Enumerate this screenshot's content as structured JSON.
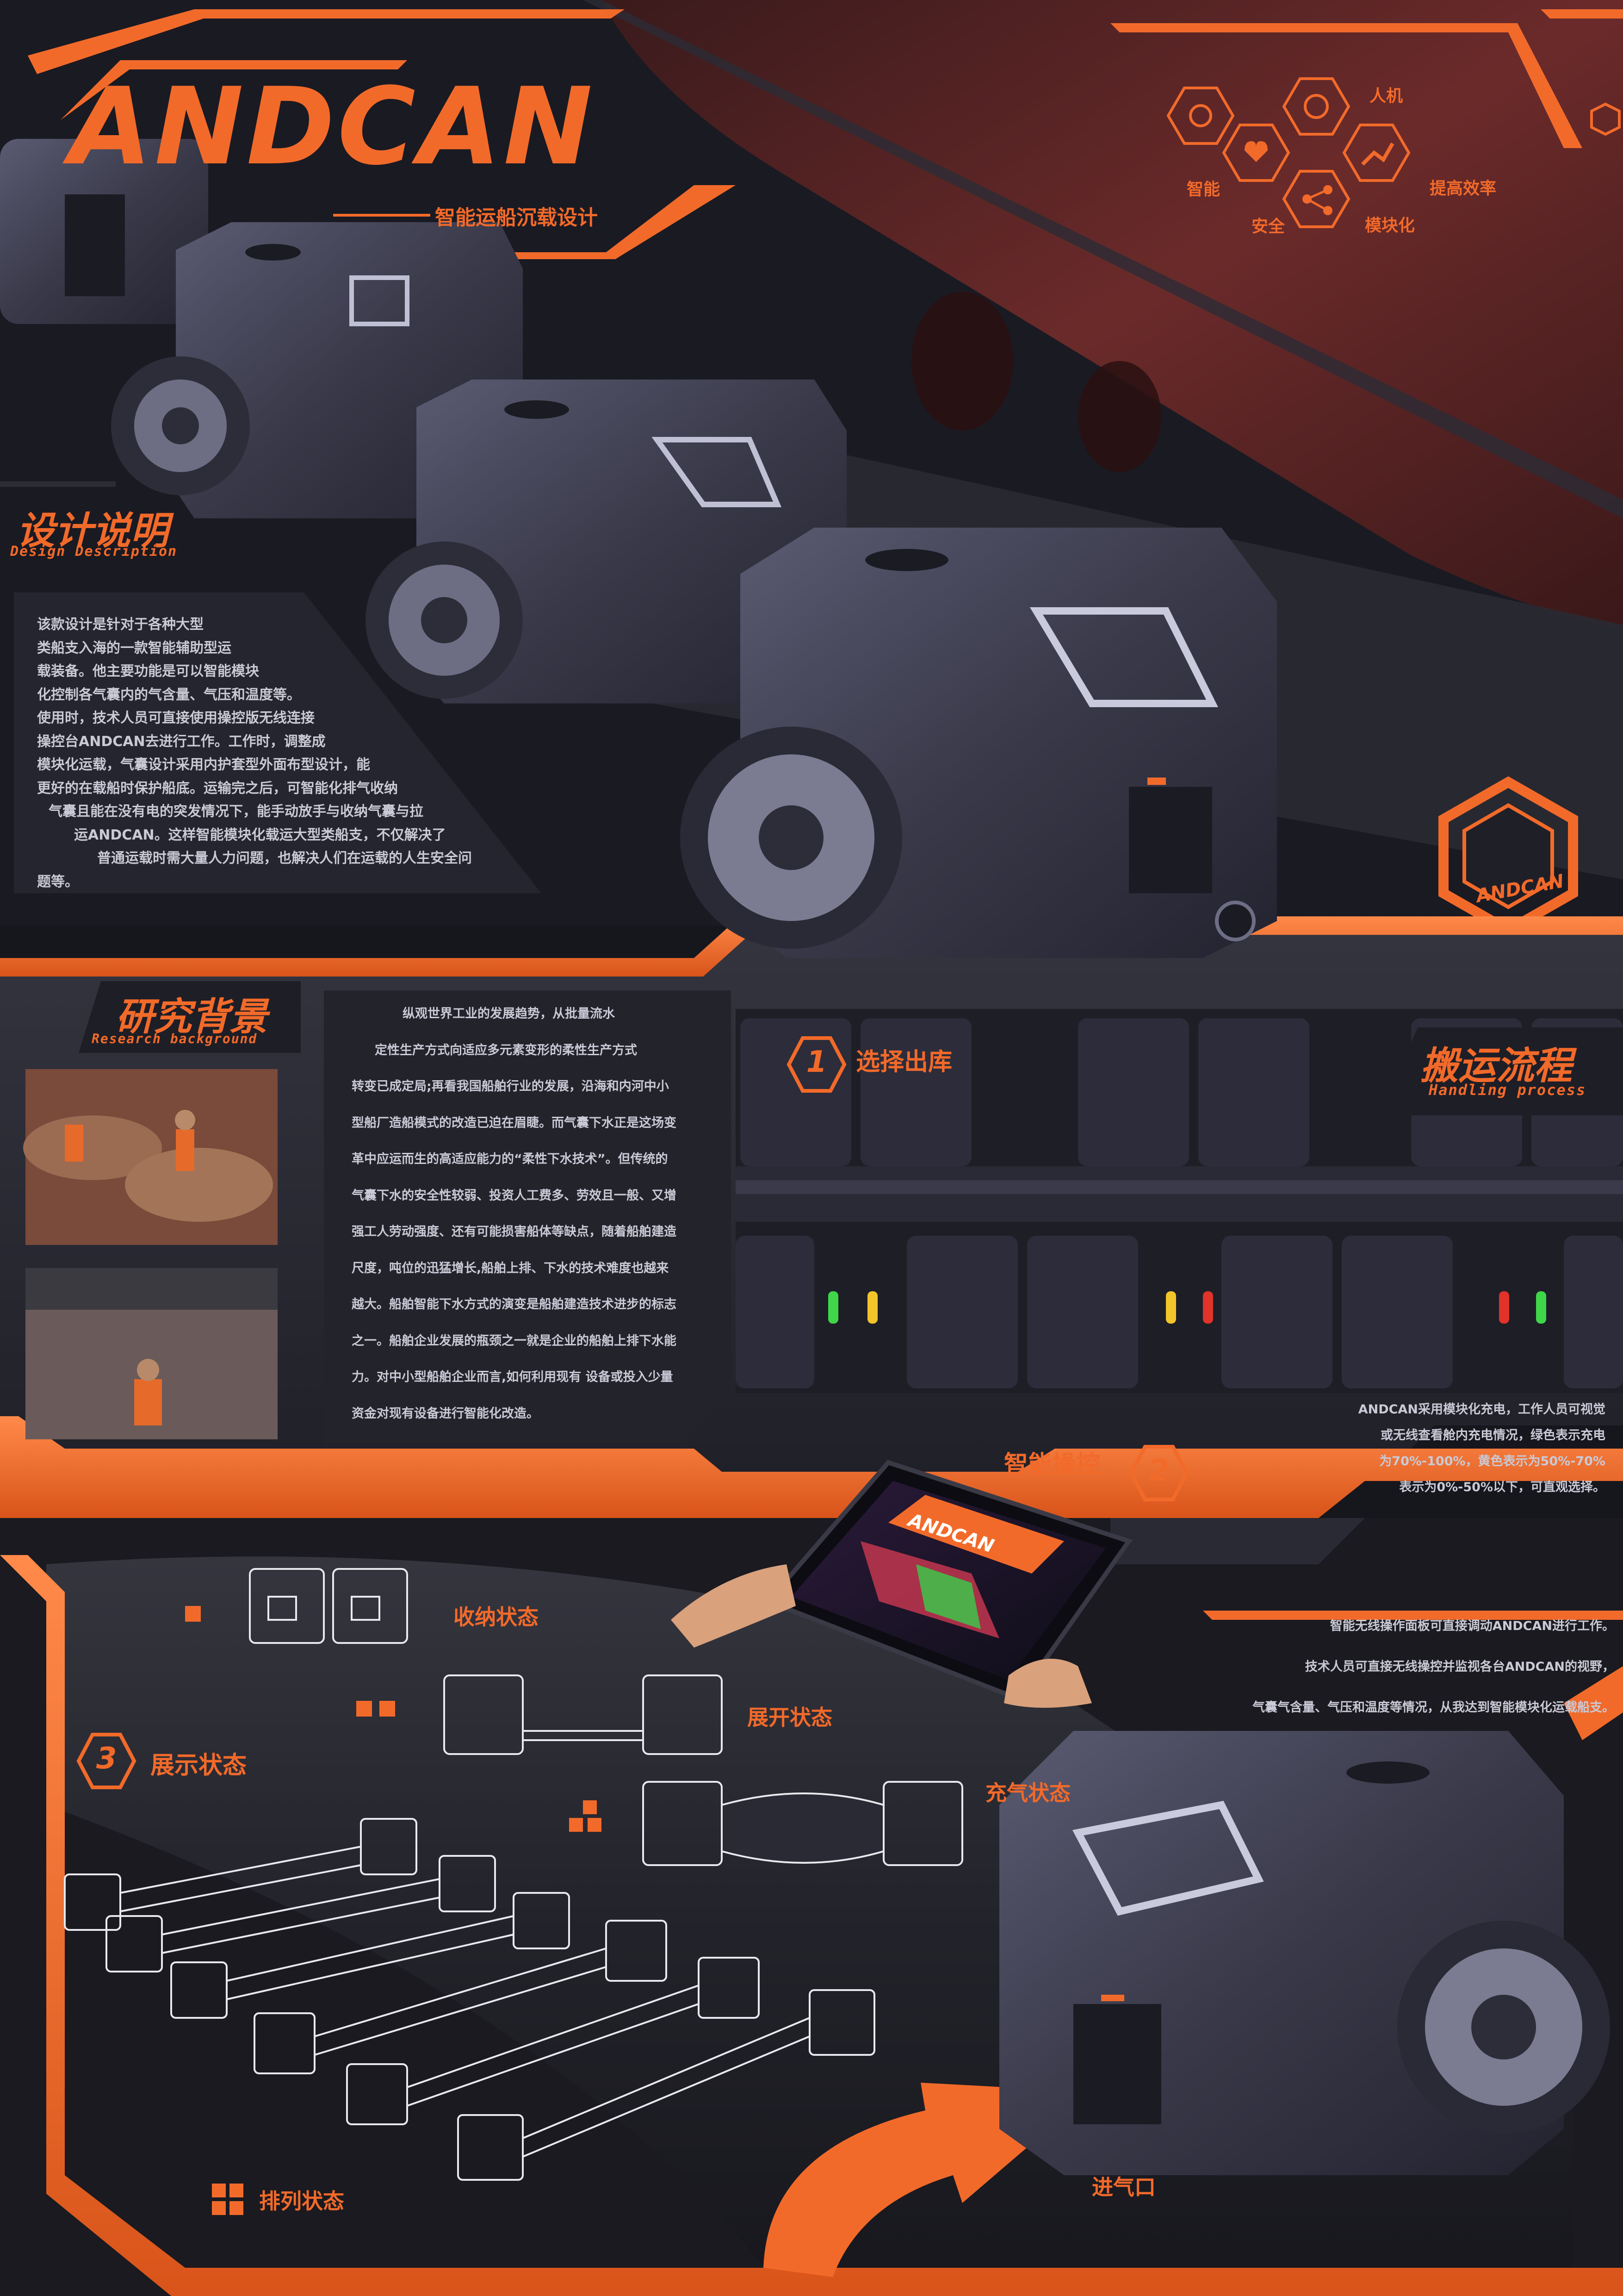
{
  "brand": {
    "logo": "ANDCAN",
    "subtitle": "智能运船沉载设计",
    "badge_logo": "ANDCAN"
  },
  "features": [
    {
      "label": "人机",
      "icon": "robot-head-icon"
    },
    {
      "label": "智能",
      "icon": "brain-icon"
    },
    {
      "label": "安全",
      "icon": "heart-icon"
    },
    {
      "label": "模块化",
      "icon": "share-nodes-icon"
    },
    {
      "label": "提高效率",
      "icon": "trend-up-icon"
    }
  ],
  "design": {
    "title_cn": "设计说明",
    "title_en": "Design Description",
    "lines": [
      "该款设计是针对于各种大型",
      "类船支入海的一款智能辅助型运",
      "载装备。他主要功能是可以智能模块",
      "化控制各气囊内的气含量、气压和温度等。",
      "使用时，技术人员可直接使用操控版无线连接",
      "操控台ANDCAN去进行工作。工作时，调整成",
      "模块化运载，气囊设计采用内护套型外面布型设计，能",
      "更好的在载船时保护船底。运输完之后，可智能化排气收纳",
      "气囊且能在没有电的突发情况下，能手动放手与收纳气囊与拉",
      "运ANDCAN。这样智能模块化载运大型类船支，不仅解决了",
      "普通运载时需大量人力问题，也解决人们在运载的人生安全问",
      "题等。"
    ]
  },
  "research": {
    "title_cn": "研究背景",
    "title_en": "Research background",
    "lines": [
      "纵观世界工业的发展趋势，从批量流水",
      "定性生产方式向适应多元素变形的柔性生产方式",
      "转变已成定局;再看我国船舶行业的发展，沿海和内河中小",
      "型船厂造船模式的改造已迫在眉睫。而气囊下水正是这场变",
      "革中应运而生的高适应能力的“柔性下水技术”。但传统的",
      "气囊下水的安全性较弱、投资人工费多、劳效且一般、又增",
      "强工人劳动强度、还有可能损害船体等缺点，随着船舶建造",
      "尺度，吨位的迅猛增长,船舶上排、下水的技术难度也越来",
      "越大。船舶智能下水方式的演变是船舶建造技术进步的标志",
      "之一。船舶企业发展的瓶颈之一就是企业的船舶上排下水能",
      "力。对中小型船舶企业而言,如何利用现有 设备或投入少量",
      "资金对现有设备进行智能化改造。"
    ]
  },
  "process": {
    "title_cn": "搬运流程",
    "title_en": "Handling process",
    "step1": {
      "number": "1",
      "label": "选择出库"
    },
    "step2": {
      "number": "2",
      "label": "智能操控"
    },
    "step3": {
      "number": "3",
      "label": "展示状态"
    },
    "charge_lines": [
      "ANDCAN采用模块化充电，工作人员可视觉",
      "或无线查看舱内充电情况，绿色表示充电",
      "为70%-100%，黄色表示为50%-70%",
      "表示为0%-50%以下，可直观选择。"
    ],
    "control_lines": [
      "智能无线操作面板可直接调动ANDCAN进行工作。",
      "技术人员可直接无线操控并监视各台ANDCAN的视野，",
      "气囊气含量、气压和温度等情况，从我达到智能模块化运载船支。"
    ],
    "tablet_logo": "ANDCAN",
    "inlet_label": "进气口"
  },
  "states": {
    "storage": "收纳状态",
    "unfold": "展开状态",
    "inflate": "充气状态",
    "arrange": "排列状态"
  },
  "colors": {
    "accent": "#f26a2a",
    "background": "#16161d",
    "panel": "#2a2a34",
    "device_body": "#3b3b4c",
    "hull": "#5a2526"
  }
}
